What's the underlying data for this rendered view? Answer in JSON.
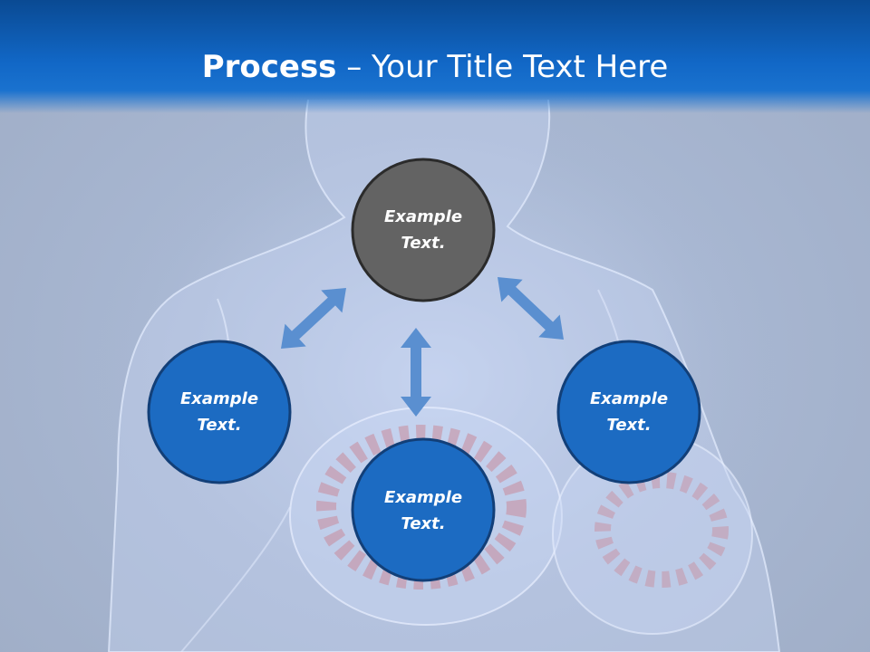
{
  "title": {
    "bold": "Process",
    "rest": " – Your Title Text Here"
  },
  "nodes": [
    {
      "line1": "Example",
      "line2": "Text.",
      "fill": "#636363",
      "stroke": "#2b2b2b"
    },
    {
      "line1": "Example",
      "line2": "Text.",
      "fill": "#1c6bc2",
      "stroke": "#123f78"
    },
    {
      "line1": "Example",
      "line2": "Text.",
      "fill": "#1c6bc2",
      "stroke": "#123f78"
    },
    {
      "line1": "Example",
      "line2": "Text.",
      "fill": "#1c6bc2",
      "stroke": "#123f78"
    }
  ],
  "colors": {
    "arrow": "#5a8fd0",
    "title_bar": "#1167c6"
  }
}
